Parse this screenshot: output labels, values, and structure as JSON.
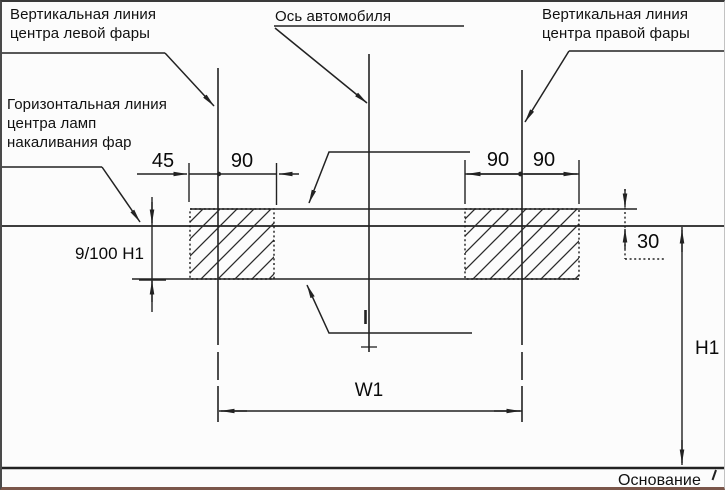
{
  "diagram": {
    "callouts": {
      "left_headlight_vertical_line": "Вертикальная линия\nцентра левой фары",
      "vehicle_axis": "Ось автомобиля",
      "right_headlight_vertical_line": "Вертикальная линия\nцентра правой фары",
      "lamp_center_horizontal_line": "Горизонтальная линия\nцентра ламп\nнакаливания фар",
      "base": "Основание"
    },
    "dimensions": {
      "left_offset": "45",
      "left_lamp_width": "90",
      "right_half_inner": "90",
      "right_half_outer": "90",
      "cutoff_drop": "30",
      "beam_drop": "9/100 H1",
      "track_width": "W1",
      "mount_height": "H1"
    },
    "colors": {
      "line": "#222222",
      "text": "#111111",
      "background": "#fcfcfc",
      "bottom_border": "#7a564a"
    }
  }
}
